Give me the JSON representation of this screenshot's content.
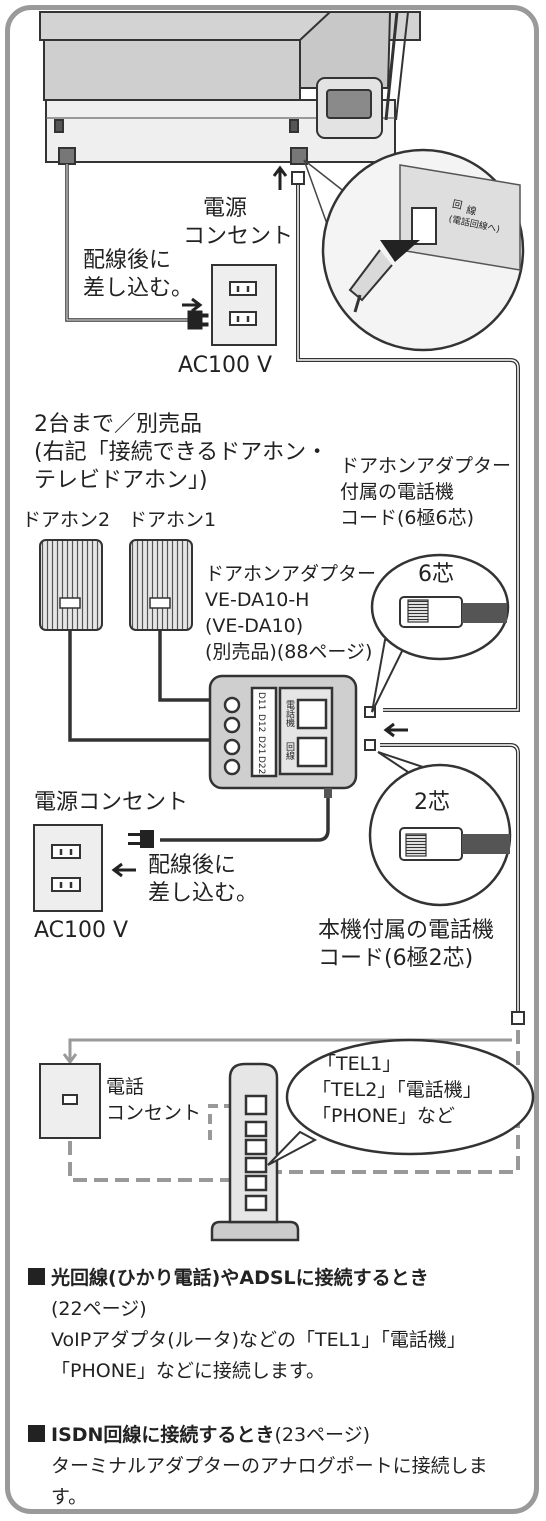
{
  "labels": {
    "outlet_top": [
      "電源",
      "コンセント"
    ],
    "plug_after_top": [
      "配線後に",
      "差し込む。"
    ],
    "ac_top": "AC100 V",
    "option": [
      "2台まで／別売品",
      "(右記「接続できるドアホン・",
      "テレビドアホン」)"
    ],
    "doorphone2": "ドアホン2",
    "doorphone1": "ドアホン1",
    "adapter": [
      "ドアホンアダプター",
      "VE-DA10-H",
      "(VE-DA10)",
      "(別売品)(88ページ)"
    ],
    "adapter_cord": [
      "ドアホンアダプター",
      "付属の電話機",
      "コード(6極6芯)"
    ],
    "core6": "6芯",
    "core2": "2芯",
    "outlet_mid": "電源コンセント",
    "plug_after_mid": [
      "配線後に",
      "差し込む。"
    ],
    "ac_mid": "AC100 V",
    "main_cord": [
      "本機付属の電話機",
      "コード(6極2芯)"
    ],
    "tel_outlet": [
      "電話",
      "コンセント"
    ],
    "router_ports": [
      "「TEL1」",
      "「TEL2」「電話機」",
      "「PHONE」など"
    ],
    "terminal_side": [
      "回",
      "線",
      "(電話回線へ)"
    ],
    "adapter_terminals": [
      "D11",
      "D12",
      "D21",
      "D22"
    ],
    "adapter_jacks": [
      "電話機",
      "回線"
    ]
  },
  "notes": {
    "optical_title": "光回線(ひかり電話)やADSLに接続するとき",
    "optical_page": "(22ページ)",
    "optical_body": "VoIPアダプタ(ルータ)などの「TEL1」「電話機」「PHONE」などに接続します。",
    "isdn_title": "ISDN回線に接続するとき",
    "isdn_page": "(23ページ)",
    "isdn_body": "ターミナルアダプターのアナログポートに接続します。"
  }
}
